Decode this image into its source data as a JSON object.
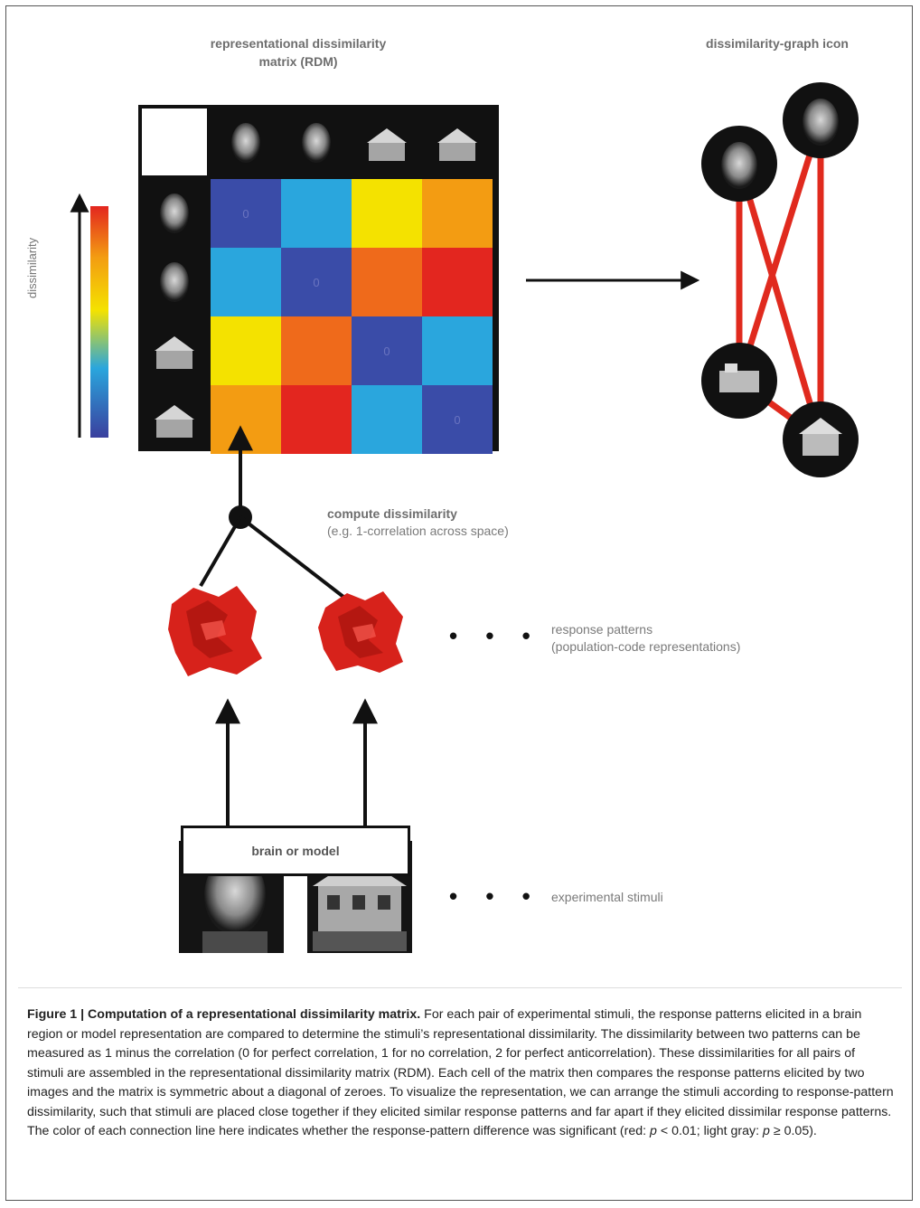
{
  "rdm": {
    "title_line1": "representational dissimilarity",
    "title_line2": "matrix (RDM)",
    "colorbar_label": "dissimilarity",
    "stimuli": [
      "face 1",
      "face 2",
      "building 1",
      "building 2"
    ],
    "cells": [
      [
        "#3a4ca8",
        "#2aa6dd",
        "#f4e200",
        "#f39c12"
      ],
      [
        "#2aa6dd",
        "#3a4ca8",
        "#ef6a1b",
        "#e3261f"
      ],
      [
        "#f4e200",
        "#ef6a1b",
        "#3a4ca8",
        "#2aa6dd"
      ],
      [
        "#f39c12",
        "#e3261f",
        "#2aa6dd",
        "#3a4ca8"
      ]
    ],
    "diagonal_value": "0"
  },
  "graph": {
    "title": "dissimilarity-graph icon",
    "line_color": "#e02a1e"
  },
  "compute": {
    "line1": "compute dissimilarity",
    "line2": "(e.g. 1-correlation across space)"
  },
  "responses": {
    "line1": "response patterns",
    "line2": "(population-code representations)",
    "ellipsis": "• • •"
  },
  "model_box": {
    "label": "brain or model"
  },
  "stimuli": {
    "label": "experimental stimuli",
    "ellipsis": "• • •"
  },
  "caption": {
    "heading": "Figure 1 | Computation of a representational dissimilarity matrix.",
    "body": " For each pair of experimental stimuli, the response patterns elicited in a brain region or model representation are compared to determine the stimuli’s representational dissimilarity. The dissimilarity between two patterns can be measured as 1 minus the correlation (0 for perfect correlation, 1 for no correlation, 2 for perfect anticorrelation). These dissimilarities for all pairs of stimuli are assembled in the representational dissimilarity matrix (RDM). Each cell of the matrix then compares the response patterns elicited by two images and the matrix is symmetric about a diagonal of zeroes. To visualize the representation, we can arrange the stimuli according to response-pattern dissimilarity, such that stimuli are placed close together if they elicited similar response patterns and far apart if they elicited dissimilar response patterns. The color of each connection line here indicates whether the response-pattern difference was significant (red: ",
    "p1": "p",
    "mid": " < 0.01; light gray: ",
    "p2": "p",
    "end": " ≥ 0.05)."
  }
}
